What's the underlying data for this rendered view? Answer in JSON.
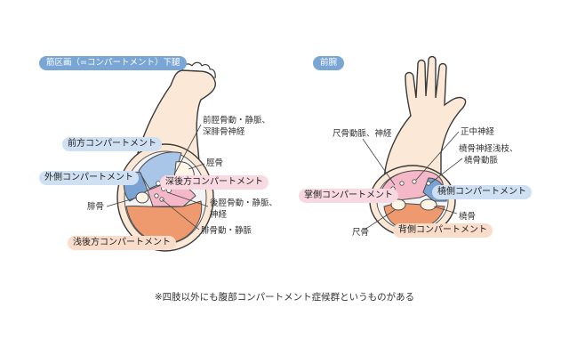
{
  "headers": {
    "leg": "筋区画（=コンパートメント）下腿",
    "arm": "前腕"
  },
  "leg_labels": {
    "anterior_tibial": "前脛骨動・静脈、",
    "deep_peroneal": "深腓骨神経",
    "tibia": "脛骨",
    "posterior_tibial": "後脛骨動・静脈、",
    "posterior_tibial_nerve": "神経",
    "fibula": "腓骨",
    "peroneal": "腓骨動・静脈"
  },
  "leg_pills": {
    "anterior": "前方コンパートメント",
    "lateral": "外側コンパートメント",
    "deep_posterior": "深後方コンパートメント",
    "superficial_posterior": "浅後方コンパートメント"
  },
  "arm_labels": {
    "ulnar_vessels": "尺骨動脈、神経",
    "median_nerve": "正中神経",
    "radial_nerve": "橈骨神経浅枝、",
    "radial_artery": "橈骨動脈",
    "radius": "橈骨",
    "ulna": "尺骨"
  },
  "arm_pills": {
    "palmar": "掌側コンパートメント",
    "radial": "橈側コンパートメント",
    "dorsal": "背側コンパートメント"
  },
  "footnote": "※四肢以外にも腹部コンパートメント症候群というものがある"
}
